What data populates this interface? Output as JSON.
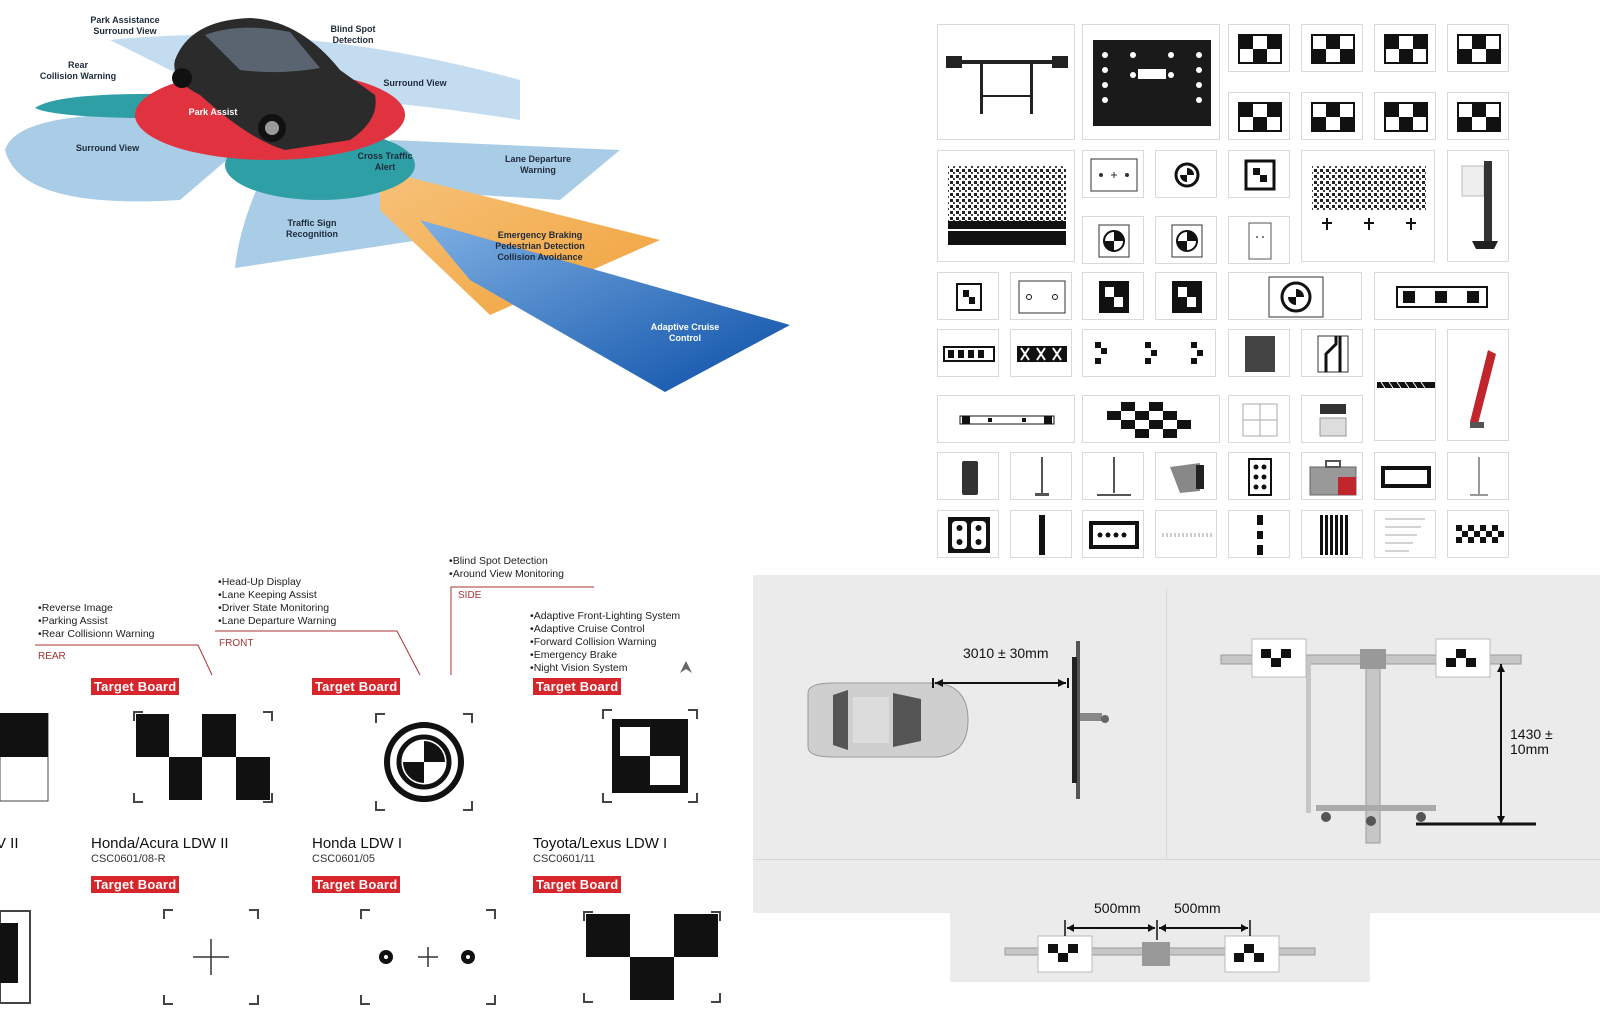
{
  "adas_zones": [
    {
      "id": "park-assistance-surround-view",
      "text": "Park Assistance\nSurround View"
    },
    {
      "id": "blind-spot-detection",
      "text": "Blind Spot\nDetection"
    },
    {
      "id": "rear-collision-warning",
      "text": "Rear\nCollision Warning"
    },
    {
      "id": "surround-view-right",
      "text": "Surround View"
    },
    {
      "id": "park-assist",
      "text": "Park Assist"
    },
    {
      "id": "surround-view-left",
      "text": "Surround View"
    },
    {
      "id": "cross-traffic-alert",
      "text": "Cross Traffic\nAlert"
    },
    {
      "id": "lane-departure-warning",
      "text": "Lane Departure\nWarning"
    },
    {
      "id": "traffic-sign-recognition",
      "text": "Traffic Sign\nRecognition"
    },
    {
      "id": "emergency-braking",
      "text": "Emergency Braking\nPedestrian Detection\nCollision Avoidance"
    },
    {
      "id": "adaptive-cruise-control",
      "text": "Adaptive Cruise\nControl"
    }
  ],
  "features": {
    "rear": {
      "category": "REAR",
      "items": [
        "Reverse Image",
        "Parking Assist",
        "Rear Collisionn Warning"
      ]
    },
    "front": {
      "category": "FRONT",
      "items": [
        "Head-Up Display",
        "Lane Keeping Assist",
        "Driver State Monitoring",
        "Lane Departure Warning"
      ]
    },
    "side": {
      "category": "SIDE",
      "items": [
        "Blind Spot Detection",
        "Around View Monitoring"
      ]
    },
    "front2": {
      "items": [
        "Adaptive Front-Lighting System",
        "Adaptive Cruise Control",
        "Forward Collision Warning",
        "Emergency Brake",
        "Night Vision System"
      ]
    }
  },
  "target_label": "Target Board",
  "boards": [
    {
      "name": "Honda/Acura LDW II",
      "code": "CSC0601/08-R"
    },
    {
      "name": "Honda LDW I",
      "code": "CSC0601/05"
    },
    {
      "name": "Toyota/Lexus LDW I",
      "code": "CSC0601/11"
    }
  ],
  "partial_board_name": "V II",
  "dimensions": {
    "distance": "3010 ± 30mm",
    "height": "1430 ±\n10mm",
    "left_offset": "500mm",
    "right_offset": "500mm"
  },
  "colors": {
    "target_red": "#d7262b",
    "zone_blue": "#a9cde6",
    "zone_teal": "#2f9fa6",
    "zone_red": "#e0333f",
    "zone_orange": "#f2a63a",
    "zone_deep_blue": "#1d63b5"
  }
}
